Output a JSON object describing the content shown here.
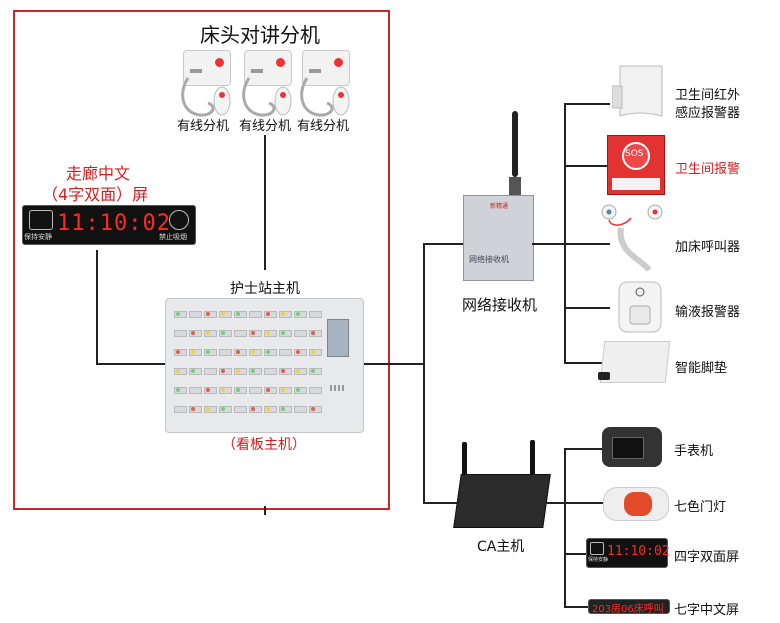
{
  "labels": {
    "bedside_intercom": "床头对讲分机",
    "wired_ext_1": "有线分机",
    "wired_ext_2": "有线分机",
    "wired_ext_3": "有线分机",
    "corridor_line1": "走廊中文",
    "corridor_line2": "（4字双面）屏",
    "nurse_station": "护士站主机",
    "board_host": "（看板主机）",
    "network_receiver": "网络接收机",
    "ca_host": "CA主机",
    "toilet_ir_line1": "卫生间红外",
    "toilet_ir_line2": "感应报警器",
    "toilet_alarm": "卫生间报警",
    "bed_caller": "加床呼叫器",
    "infusion_alarm": "输液报警器",
    "smart_mat": "智能脚垫",
    "watch": "手表机",
    "seven_color_lamp": "七色门灯",
    "four_char_screen": "四字双面屏",
    "seven_char_screen": "七字中文屏"
  },
  "displays": {
    "corridor_time": "11:10:02",
    "corridor_left_sub": "保持安静",
    "corridor_right_sub": "禁止吸烟",
    "four_char_time": "11:10:02",
    "four_char_left_sub": "保持安静",
    "seven_char_text": "203房06床呼叫",
    "sos_text": "SOS",
    "receiver_plate": "网络接收机",
    "receiver_brand": "新精通"
  },
  "colors": {
    "frame_red": "#c62828",
    "led_red": "#ff2a1f",
    "line": "#222222"
  }
}
